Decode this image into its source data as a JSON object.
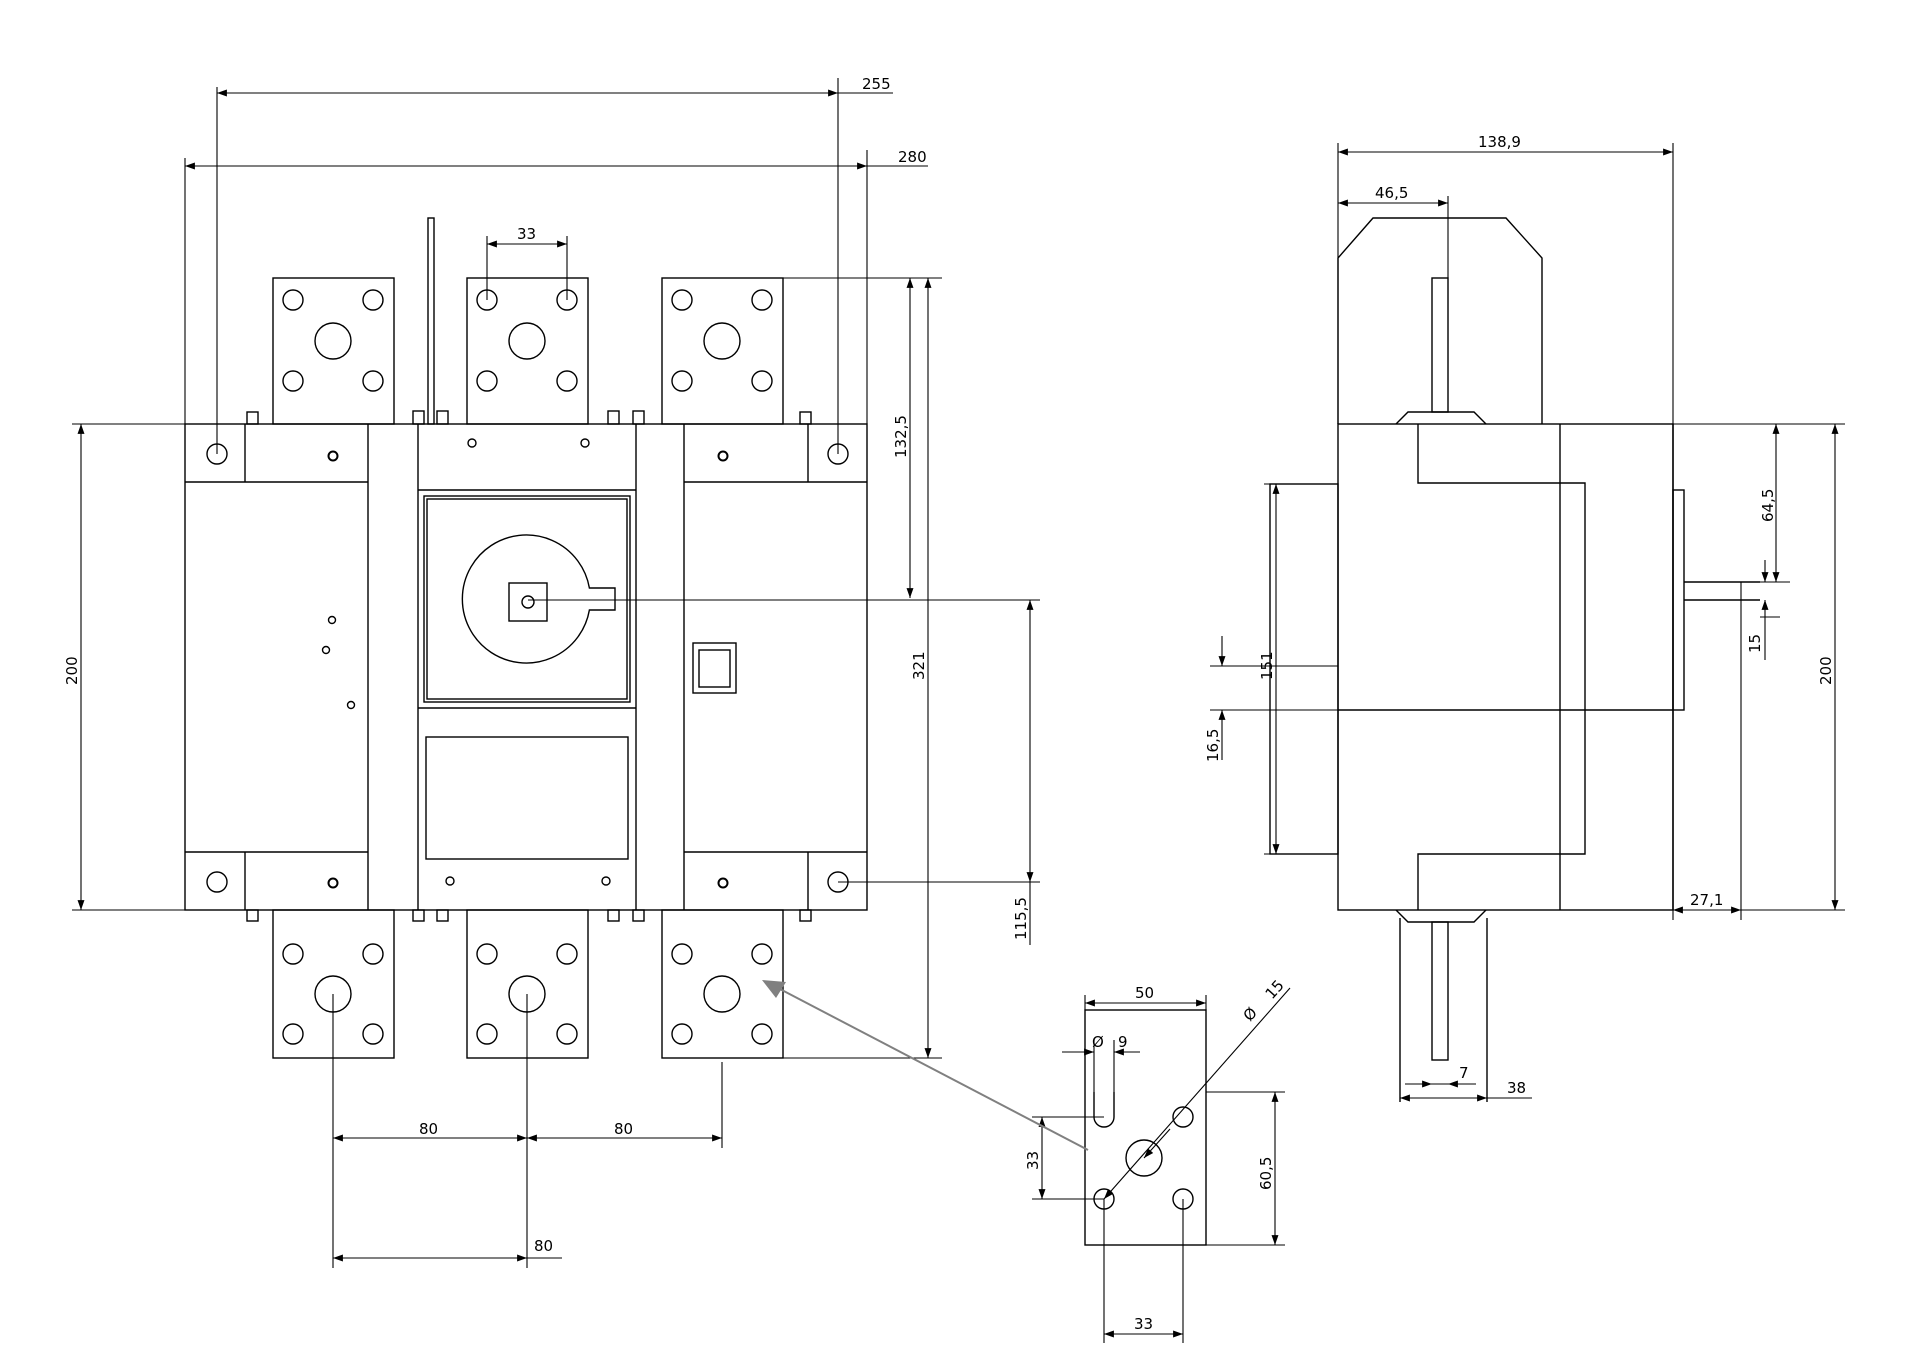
{
  "drawing": {
    "line_color": "#000000",
    "pointer_color": "#808080",
    "dims": {
      "front_inner_width": "255",
      "front_outer_width": "280",
      "terminal_hole_pitch": "33",
      "height_top_to_axis": "132,5",
      "height_overall": "321",
      "height_axis_to_bottom": "115,5",
      "body_height_left": "200",
      "pole_pitch_1": "80",
      "pole_pitch_2": "80",
      "pole_pitch_3": "80",
      "side_depth": "138,9",
      "side_handle_offset": "46,5",
      "side_64_5": "64,5",
      "side_15": "15",
      "side_200": "200",
      "side_151": "151",
      "side_16_5": "16,5",
      "side_27_1": "27,1",
      "side_7": "7",
      "side_38": "38",
      "detail_width": "50",
      "detail_slot": "9",
      "detail_diam": "15",
      "detail_33_v": "33",
      "detail_60_5": "60,5",
      "detail_33_h": "33"
    },
    "symbols": {
      "diameter_1": "Ø",
      "diameter_2": "Ø"
    }
  }
}
